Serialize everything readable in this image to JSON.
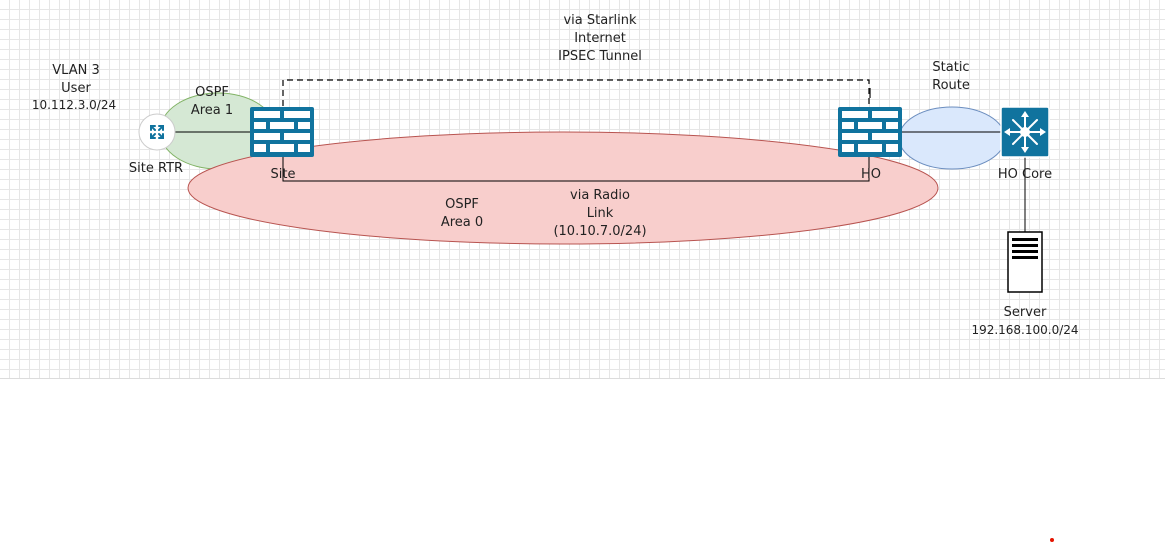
{
  "labels": {
    "vlan": [
      "VLAN 3",
      "User",
      "10.112.3.0/24"
    ],
    "ospf_area1": [
      "OSPF",
      "Area 1"
    ],
    "site_rtr": "Site RTR",
    "site": "Site",
    "starlink": [
      "via Starlink",
      "Internet",
      "IPSEC Tunnel"
    ],
    "static_route": [
      "Static",
      "Route"
    ],
    "ho": "HO",
    "ho_core": "HO Core",
    "ospf_area0": [
      "OSPF",
      "Area 0"
    ],
    "radio": [
      "via Radio",
      "Link",
      "(10.10.7.0/24)"
    ],
    "server": "Server",
    "server_ip": "192.168.100.0/24",
    "ipsec_end_mark": "I"
  },
  "colors": {
    "area1_fill": "#d5e8d4",
    "area1_stroke": "#82b366",
    "area0_fill": "#f8cecc",
    "area0_stroke": "#b85450",
    "static_fill": "#dae8fc",
    "static_stroke": "#6c8ebf",
    "firewall": "#10739e",
    "router": "#10739e",
    "line": "#000000",
    "dot": "#e51400"
  },
  "icons": {
    "site_firewall": "firewall-icon",
    "ho_firewall": "firewall-icon",
    "router": "router-icon",
    "core_switch": "layer3-switch-icon",
    "server": "server-icon"
  }
}
